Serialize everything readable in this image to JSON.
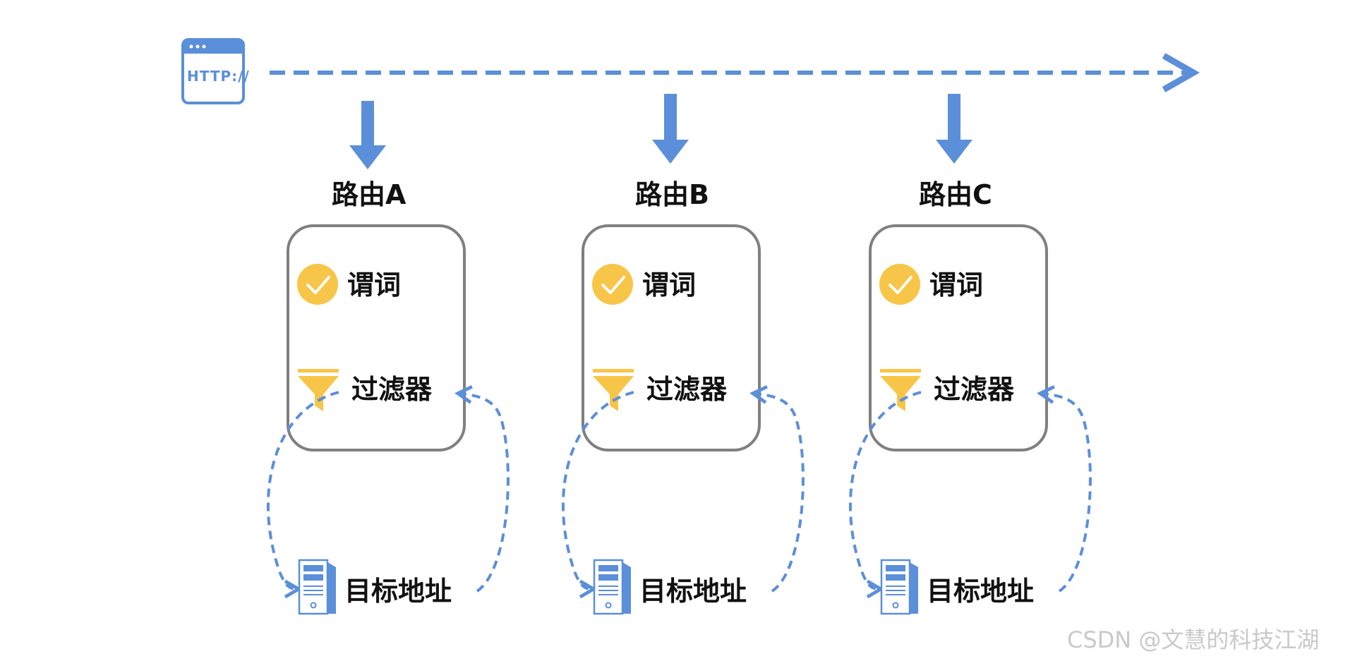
{
  "http_icon": {
    "text": "HTTP://",
    "icon": "browser-http-icon"
  },
  "routes": [
    {
      "name": "路由A",
      "predicate_label": "谓词",
      "filter_label": "过滤器",
      "target_label": "目标地址"
    },
    {
      "name": "路由B",
      "predicate_label": "谓词",
      "filter_label": "过滤器",
      "target_label": "目标地址"
    },
    {
      "name": "路由C",
      "predicate_label": "谓词",
      "filter_label": "过滤器",
      "target_label": "目标地址"
    }
  ],
  "icons": {
    "predicate": "check-circle-icon",
    "filter": "funnel-icon",
    "target": "server-icon"
  },
  "colors": {
    "accent_blue": "#5b8fd9",
    "check_yellow": "#f7c548",
    "box_border": "#808080",
    "text": "#111111",
    "watermark": "#c9c9c9"
  },
  "watermark": "CSDN @文慧的科技江湖"
}
